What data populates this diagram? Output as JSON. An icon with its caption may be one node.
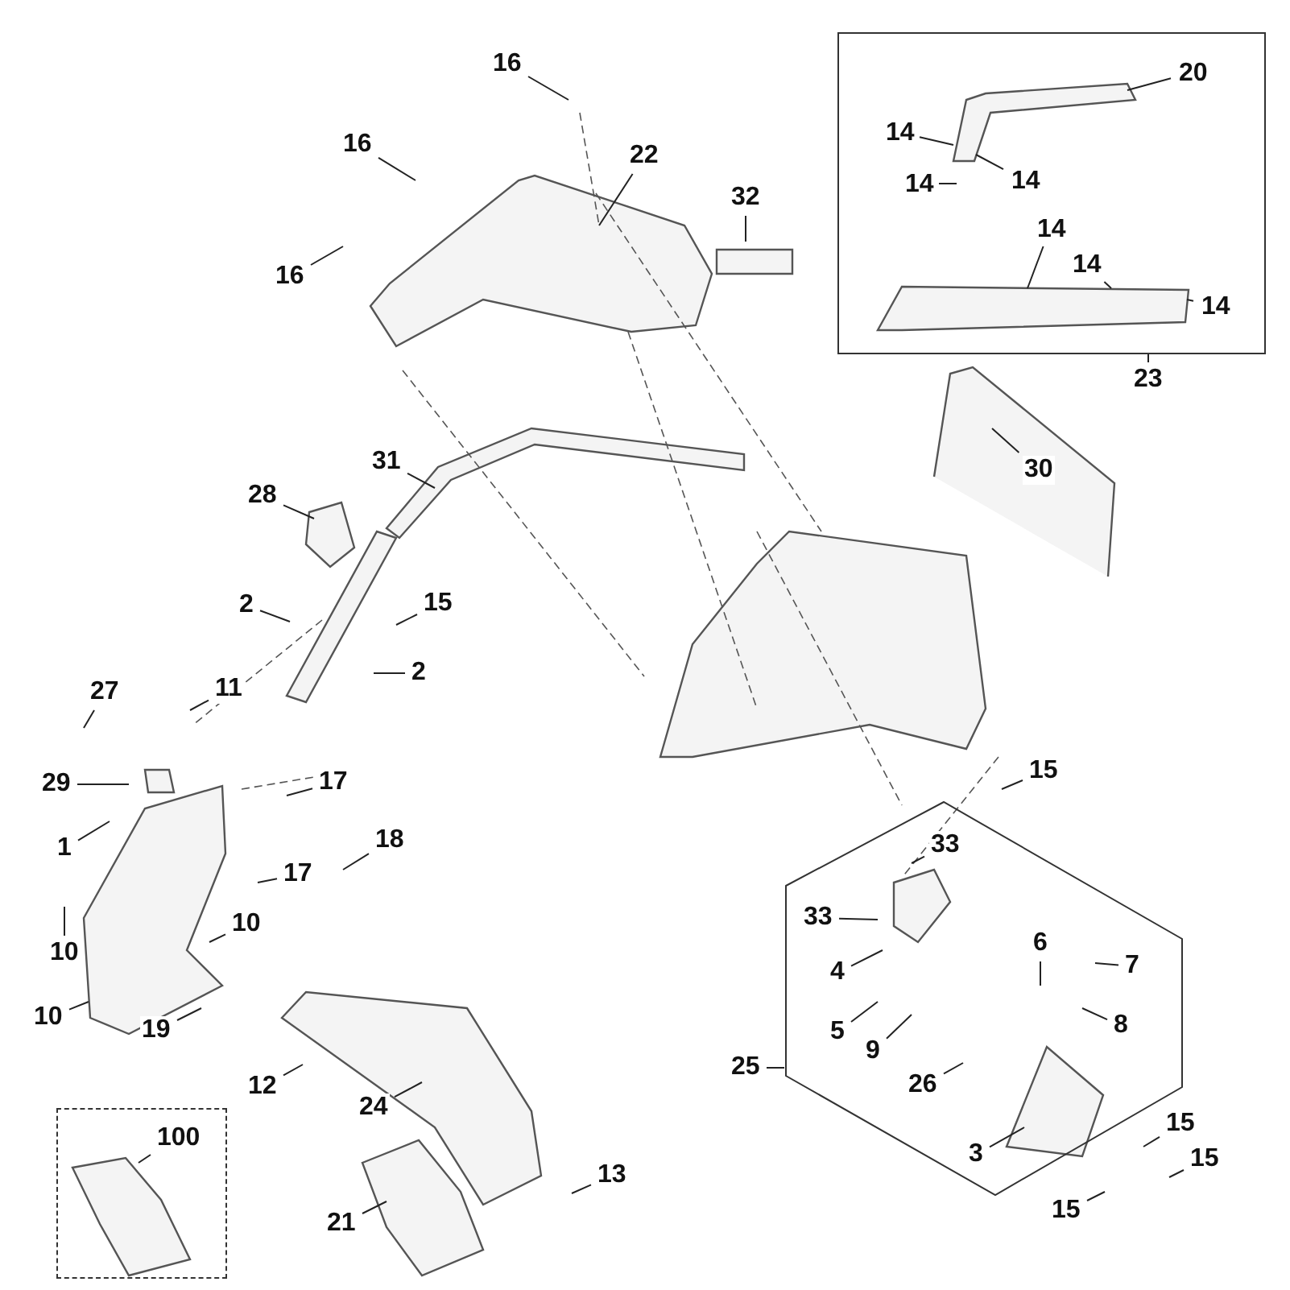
{
  "diagram": {
    "nodes": [
      {
        "text": [
          "16"
        ]
      },
      {
        "text": [
          "16"
        ]
      },
      {
        "text": [
          "22"
        ]
      },
      {
        "text": [
          "16"
        ]
      },
      {
        "text": [
          "32"
        ]
      },
      {
        "text": [],
        "shape": "box"
      },
      {
        "text": [
          "20"
        ],
        "in": 5
      },
      {
        "text": [
          "14"
        ],
        "in": 5
      },
      {
        "text": [
          "14"
        ],
        "in": 5
      },
      {
        "text": [
          "14"
        ],
        "in": 5
      },
      {
        "text": [
          "14"
        ],
        "in": 5
      },
      {
        "text": [
          "14"
        ],
        "in": 5
      },
      {
        "text": [
          "14"
        ],
        "in": 5
      },
      {
        "text": [
          "23"
        ]
      },
      {
        "text": [
          "30"
        ]
      },
      {
        "text": [
          "31"
        ]
      },
      {
        "text": [
          "28"
        ]
      },
      {
        "text": [
          "2"
        ]
      },
      {
        "text": [
          "15"
        ]
      },
      {
        "text": [
          "2"
        ]
      },
      {
        "text": [
          "27"
        ]
      },
      {
        "text": [
          "11"
        ]
      },
      {
        "text": [
          "29"
        ]
      },
      {
        "text": [
          "17"
        ]
      },
      {
        "text": [
          "15"
        ]
      },
      {
        "text": [
          "1"
        ]
      },
      {
        "text": [
          "18"
        ]
      },
      {
        "text": [
          "17"
        ]
      },
      {
        "text": [
          "10"
        ]
      },
      {
        "text": [
          "10"
        ]
      },
      {
        "text": [],
        "shape": "box"
      },
      {
        "text": [
          "33"
        ],
        "in": 30
      },
      {
        "text": [
          "33"
        ],
        "in": 30
      },
      {
        "text": [
          "4"
        ],
        "in": 30
      },
      {
        "text": [
          "6"
        ],
        "in": 30
      },
      {
        "text": [
          "7"
        ],
        "in": 30
      },
      {
        "text": [
          "5"
        ],
        "in": 30
      },
      {
        "text": [
          "8"
        ],
        "in": 30
      },
      {
        "text": [
          "9"
        ],
        "in": 30
      },
      {
        "text": [
          "26"
        ],
        "in": 30
      },
      {
        "text": [
          "3"
        ],
        "in": 30
      },
      {
        "text": [
          "15"
        ]
      },
      {
        "text": [
          "10"
        ]
      },
      {
        "text": [
          "19"
        ]
      },
      {
        "text": [
          "12"
        ]
      },
      {
        "text": [
          "25"
        ]
      },
      {
        "text": [
          "24"
        ]
      },
      {
        "text": [],
        "shape": "box"
      },
      {
        "text": [
          "100"
        ],
        "in": 47
      },
      {
        "text": [
          "15"
        ]
      },
      {
        "text": [
          "15"
        ]
      },
      {
        "text": [
          "21"
        ]
      },
      {
        "text": [
          "13"
        ]
      }
    ],
    "edges": [
      {
        "from": 0,
        "to": null,
        "arrow": "none"
      },
      {
        "from": 1,
        "to": null,
        "arrow": "none"
      },
      {
        "from": 2,
        "to": null,
        "arrow": "none"
      },
      {
        "from": 3,
        "to": null,
        "arrow": "none"
      },
      {
        "from": 4,
        "to": null,
        "arrow": "none"
      },
      {
        "from": 6,
        "to": null,
        "arrow": "none"
      },
      {
        "from": 7,
        "to": null,
        "arrow": "none"
      },
      {
        "from": 8,
        "to": null,
        "arrow": "none"
      },
      {
        "from": 9,
        "to": null,
        "arrow": "none"
      },
      {
        "from": 10,
        "to": null,
        "arrow": "none"
      },
      {
        "from": 11,
        "to": null,
        "arrow": "none"
      },
      {
        "from": 12,
        "to": null,
        "arrow": "none"
      },
      {
        "from": 13,
        "to": 5,
        "arrow": "none"
      },
      {
        "from": 14,
        "to": null,
        "arrow": "none"
      },
      {
        "from": 15,
        "to": null,
        "arrow": "none"
      },
      {
        "from": 16,
        "to": null,
        "arrow": "none"
      },
      {
        "from": 17,
        "to": null,
        "arrow": "none"
      },
      {
        "from": 18,
        "to": null,
        "arrow": "none"
      },
      {
        "from": 19,
        "to": null,
        "arrow": "none"
      },
      {
        "from": 20,
        "to": null,
        "arrow": "none"
      },
      {
        "from": 21,
        "to": null,
        "arrow": "none"
      },
      {
        "from": 22,
        "to": null,
        "arrow": "none"
      },
      {
        "from": 23,
        "to": null,
        "arrow": "none"
      },
      {
        "from": 24,
        "to": null,
        "arrow": "none"
      },
      {
        "from": 25,
        "to": null,
        "arrow": "none"
      },
      {
        "from": 26,
        "to": null,
        "arrow": "none"
      },
      {
        "from": 27,
        "to": null,
        "arrow": "none"
      },
      {
        "from": 28,
        "to": null,
        "arrow": "none"
      },
      {
        "from": 29,
        "to": null,
        "arrow": "none"
      },
      {
        "from": 31,
        "to": null,
        "arrow": "none"
      },
      {
        "from": 32,
        "to": null,
        "arrow": "none"
      },
      {
        "from": 33,
        "to": null,
        "arrow": "none"
      },
      {
        "from": 34,
        "to": null,
        "arrow": "none"
      },
      {
        "from": 35,
        "to": null,
        "arrow": "none"
      },
      {
        "from": 36,
        "to": null,
        "arrow": "none"
      },
      {
        "from": 37,
        "to": null,
        "arrow": "none"
      },
      {
        "from": 38,
        "to": null,
        "arrow": "none"
      },
      {
        "from": 39,
        "to": null,
        "arrow": "none"
      },
      {
        "from": 40,
        "to": null,
        "arrow": "none"
      },
      {
        "from": 41,
        "to": null,
        "arrow": "none"
      },
      {
        "from": 42,
        "to": null,
        "arrow": "none"
      },
      {
        "from": 43,
        "to": null,
        "arrow": "none"
      },
      {
        "from": 44,
        "to": null,
        "arrow": "none"
      },
      {
        "from": 45,
        "to": 30,
        "arrow": "none"
      },
      {
        "from": 46,
        "to": null,
        "arrow": "none"
      },
      {
        "from": 48,
        "to": null,
        "arrow": "none"
      },
      {
        "from": 49,
        "to": null,
        "arrow": "none"
      },
      {
        "from": 50,
        "to": null,
        "arrow": "none"
      },
      {
        "from": 51,
        "to": null,
        "arrow": "none"
      },
      {
        "from": 52,
        "to": null,
        "arrow": "none"
      }
    ]
  }
}
